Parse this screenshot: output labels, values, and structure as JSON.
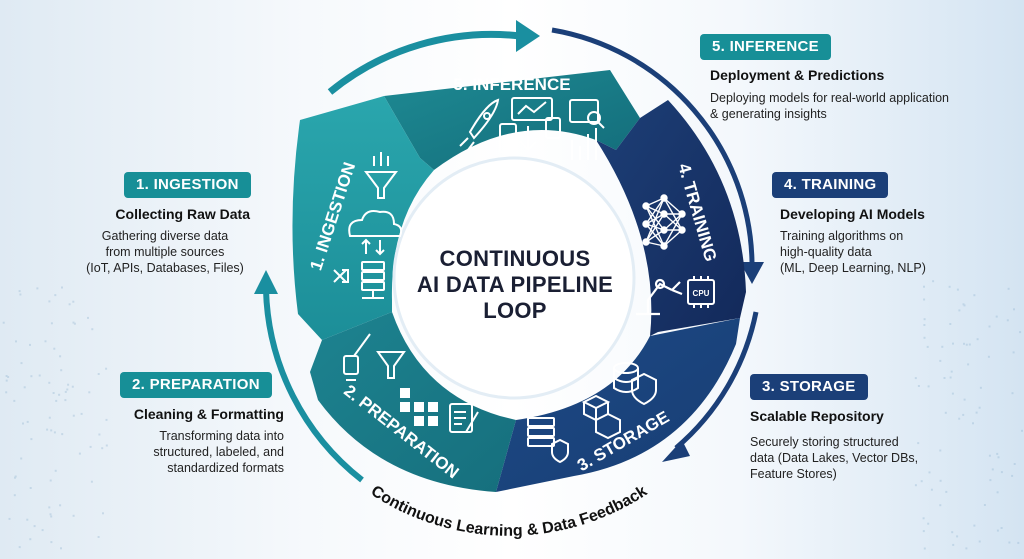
{
  "center_title": [
    "CONTINUOUS",
    "AI DATA PIPELINE",
    "LOOP"
  ],
  "feedback_label": "Continuous Learning & Data Feedback",
  "wheel_labels": {
    "inference": "5. INFERENCE",
    "ingestion": "1. INGESTION",
    "training": "4. TRAINING",
    "preparation": "2. PREPARATION",
    "storage": "3. STORAGE"
  },
  "callouts": {
    "inference": {
      "tag": "5. INFERENCE",
      "subtitle": "Deployment & Predictions",
      "desc": [
        "Deploying models for real-world application",
        "& generating insights"
      ]
    },
    "ingestion": {
      "tag": "1. INGESTION",
      "subtitle": "Collecting Raw Data",
      "desc": [
        "Gathering diverse data",
        "from multiple sources",
        "(IoT, APIs, Databases, Files)"
      ]
    },
    "training": {
      "tag": "4. TRAINING",
      "subtitle": "Developing AI Models",
      "desc": [
        "Training algorithms on",
        "high-quality data",
        "(ML, Deep Learning, NLP)"
      ]
    },
    "preparation": {
      "tag": "2. PREPARATION",
      "subtitle": "Cleaning & Formatting",
      "desc": [
        "Transforming data into",
        "structured, labeled, and",
        "standardized formats"
      ]
    },
    "storage": {
      "tag": "3. STORAGE",
      "subtitle": "Scalable Repository",
      "desc": [
        "Securely storing structured",
        "data (Data Lakes, Vector DBs,",
        "Feature Stores)"
      ]
    }
  },
  "icons": {
    "inference": [
      "rocket-icon",
      "devices-network-icon",
      "analytics-icon"
    ],
    "ingestion": [
      "funnel-icon",
      "cloud-sync-icon",
      "shuffle-icon",
      "server-icon"
    ],
    "training": [
      "neural-network-icon",
      "robot-arm-icon",
      "cpu-chip-icon"
    ],
    "preparation": [
      "spatula-icon",
      "filter-icon",
      "hierarchy-icon",
      "checklist-icon"
    ],
    "storage": [
      "server-shield-icon",
      "cubes-icon",
      "database-icon",
      "shield-icon"
    ]
  },
  "chip_label": "CPU",
  "colors": {
    "teal_dark": "#126b78",
    "teal": "#178f97",
    "teal_light": "#27a8ae",
    "navy": "#1b3f78",
    "navy_dark": "#122a5a"
  }
}
